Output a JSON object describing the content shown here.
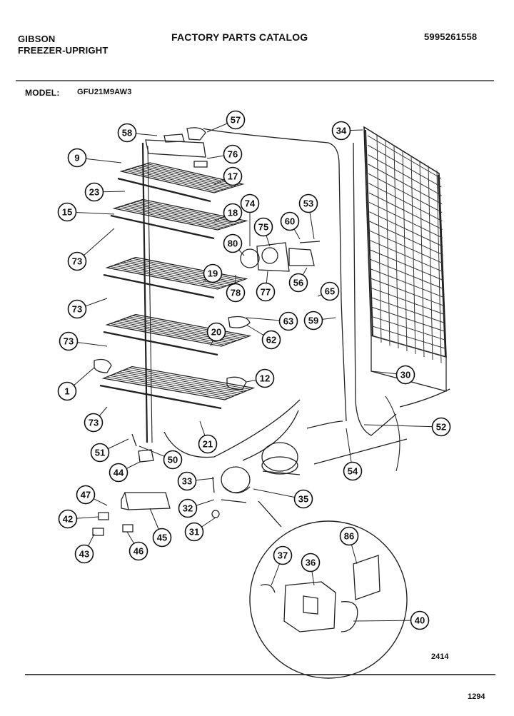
{
  "header": {
    "brand": "GIBSON",
    "product": "FREEZER-UPRIGHT",
    "catalog_title": "FACTORY PARTS CATALOG",
    "part_number": "5995261558",
    "model_label": "MODEL:",
    "model_value": "GFU21M9AW3"
  },
  "diagram": {
    "callouts": [
      "57",
      "58",
      "34",
      "9",
      "76",
      "17",
      "23",
      "74",
      "53",
      "15",
      "18",
      "75",
      "60",
      "80",
      "73",
      "19",
      "78",
      "77",
      "56",
      "65",
      "73",
      "63",
      "59",
      "62",
      "20",
      "73",
      "30",
      "12",
      "1",
      "73",
      "52",
      "21",
      "51",
      "50",
      "54",
      "44",
      "33",
      "35",
      "47",
      "32",
      "42",
      "45",
      "31",
      "86",
      "43",
      "46",
      "37",
      "36",
      "40"
    ]
  },
  "footer": {
    "figure_code": "2414",
    "page_code": "1294"
  }
}
